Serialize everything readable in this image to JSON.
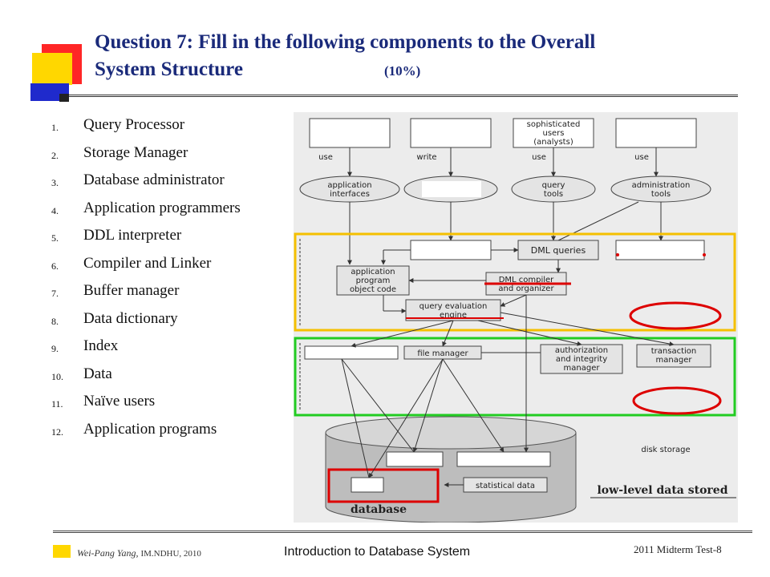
{
  "title": {
    "line1": "Question 7: Fill in the following components to the Overall",
    "line2": "System Structure",
    "points": "(10%)"
  },
  "components": [
    {
      "num": "1.",
      "label": "Query Processor"
    },
    {
      "num": "2.",
      "label": "Storage Manager"
    },
    {
      "num": "3.",
      "label": "Database administrator"
    },
    {
      "num": "4.",
      "label": "Application programmers"
    },
    {
      "num": "5.",
      "label": "DDL interpreter"
    },
    {
      "num": "6.",
      "label": "Compiler and Linker"
    },
    {
      "num": "7.",
      "label": "Buffer manager"
    },
    {
      "num": "8.",
      "label": "Data dictionary"
    },
    {
      "num": "9.",
      "label": "Index"
    },
    {
      "num": "10.",
      "label": "Data"
    },
    {
      "num": "11.",
      "label": "Naïve users"
    },
    {
      "num": "12.",
      "label": "Application programs"
    }
  ],
  "diagram": {
    "sophisticated_users": [
      "sophisticated",
      "users",
      "(analysts)"
    ],
    "use1": "use",
    "write": "write",
    "use2": "use",
    "use3": "use",
    "application_interfaces": [
      "application",
      "interfaces"
    ],
    "query_tools": [
      "query",
      "tools"
    ],
    "administration_tools": [
      "administration",
      "tools"
    ],
    "dml_queries": "DML queries",
    "application_program_object_code": [
      "application",
      "program",
      "object code"
    ],
    "dml_compiler": [
      "DML compiler",
      "and organizer"
    ],
    "query_evaluation_engine": [
      "query evaluation",
      "engine"
    ],
    "file_manager": "file manager",
    "authorization_manager": [
      "authorization",
      "and integrity",
      "manager"
    ],
    "transaction_manager": [
      "transaction",
      "manager"
    ],
    "disk_storage": "disk storage",
    "statistical_data": "statistical data",
    "database": "database",
    "low_level": "low-level data stored"
  },
  "colors": {
    "title": "#1a2a7a",
    "query_box": "#f5c000",
    "storage_box": "#22cc22",
    "highlight": "#dd0000"
  },
  "footer": {
    "author": "Wei-Pang Yang,",
    "affiliation": "IM.NDHU, 2010",
    "course": "Introduction to Database System",
    "page": "2011 Midterm Test-8"
  }
}
